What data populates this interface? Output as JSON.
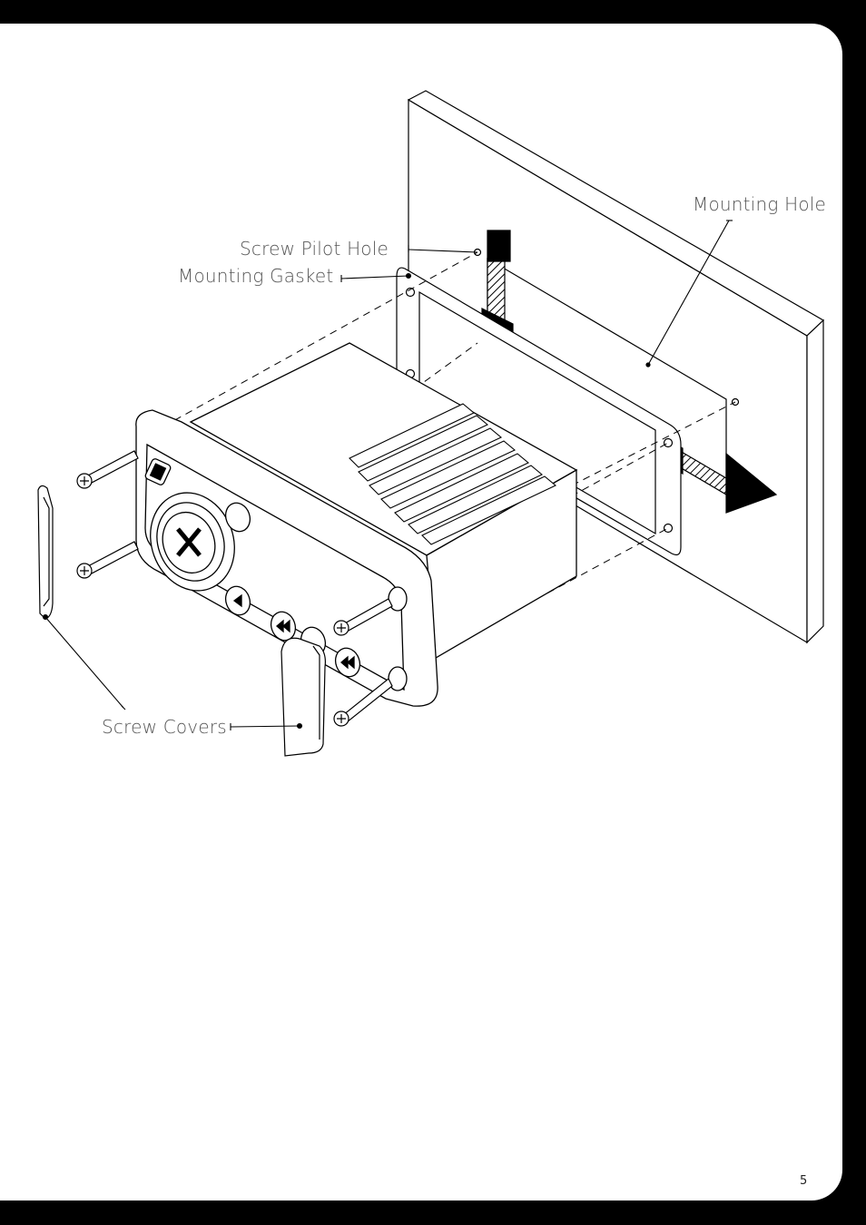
{
  "labels": {
    "mounting_hole": "Mounting Hole",
    "screw_pilot_hole": "Screw Pilot Hole",
    "mounting_gasket": "Mounting Gasket",
    "screw_covers": "Screw Covers"
  },
  "page_number": "5",
  "colors": {
    "page_border": "#000000",
    "page_background": "#ffffff",
    "line": "#000000",
    "label_text": "#555555"
  },
  "icons": [
    "screw-icon",
    "arrow-icon",
    "knob-icon",
    "button-icon"
  ]
}
